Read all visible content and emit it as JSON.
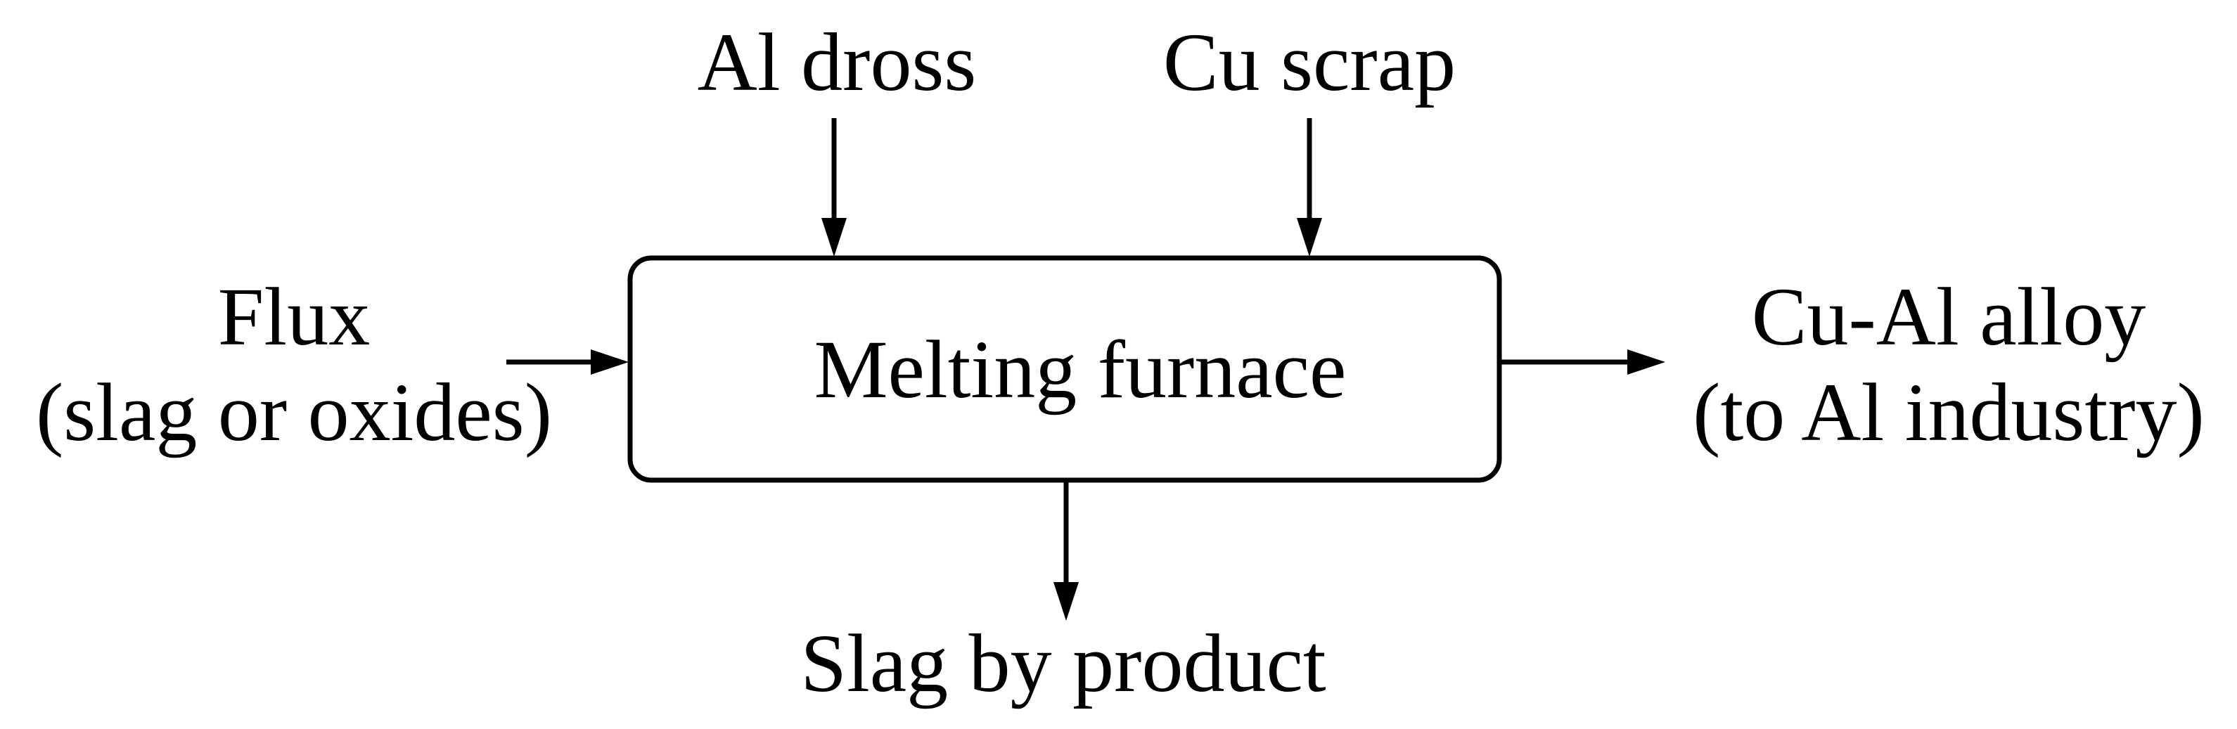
{
  "diagram": {
    "process": {
      "label": "Melting furnace"
    },
    "inputs": {
      "al_dross": "Al dross",
      "cu_scrap": "Cu scrap",
      "flux_line1": "Flux",
      "flux_line2": "(slag or oxides)"
    },
    "outputs": {
      "alloy_line1": "Cu-Al alloy",
      "alloy_line2": "(to Al industry)",
      "slag": "Slag by product"
    },
    "colors": {
      "stroke": "#000000",
      "background": "#ffffff"
    }
  }
}
